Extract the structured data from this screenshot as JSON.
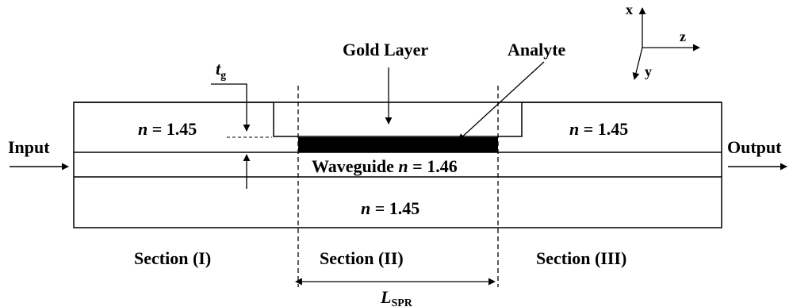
{
  "labels": {
    "input": "Input",
    "output": "Output",
    "gold_layer": "Gold Layer",
    "analyte": "Analyte",
    "t_symbol": "t",
    "t_subscript": "g",
    "n_symbol": "n",
    "n_value_cladding": " = 1.45",
    "n_value_waveguide": " = 1.46",
    "waveguide": "Waveguide ",
    "section_1": "Section (I)",
    "section_2": "Section (II)",
    "section_3": "Section (III)",
    "L_symbol": "L",
    "L_subscript": "SPR"
  },
  "axes": {
    "x": "x",
    "y": "y",
    "z": "z"
  }
}
